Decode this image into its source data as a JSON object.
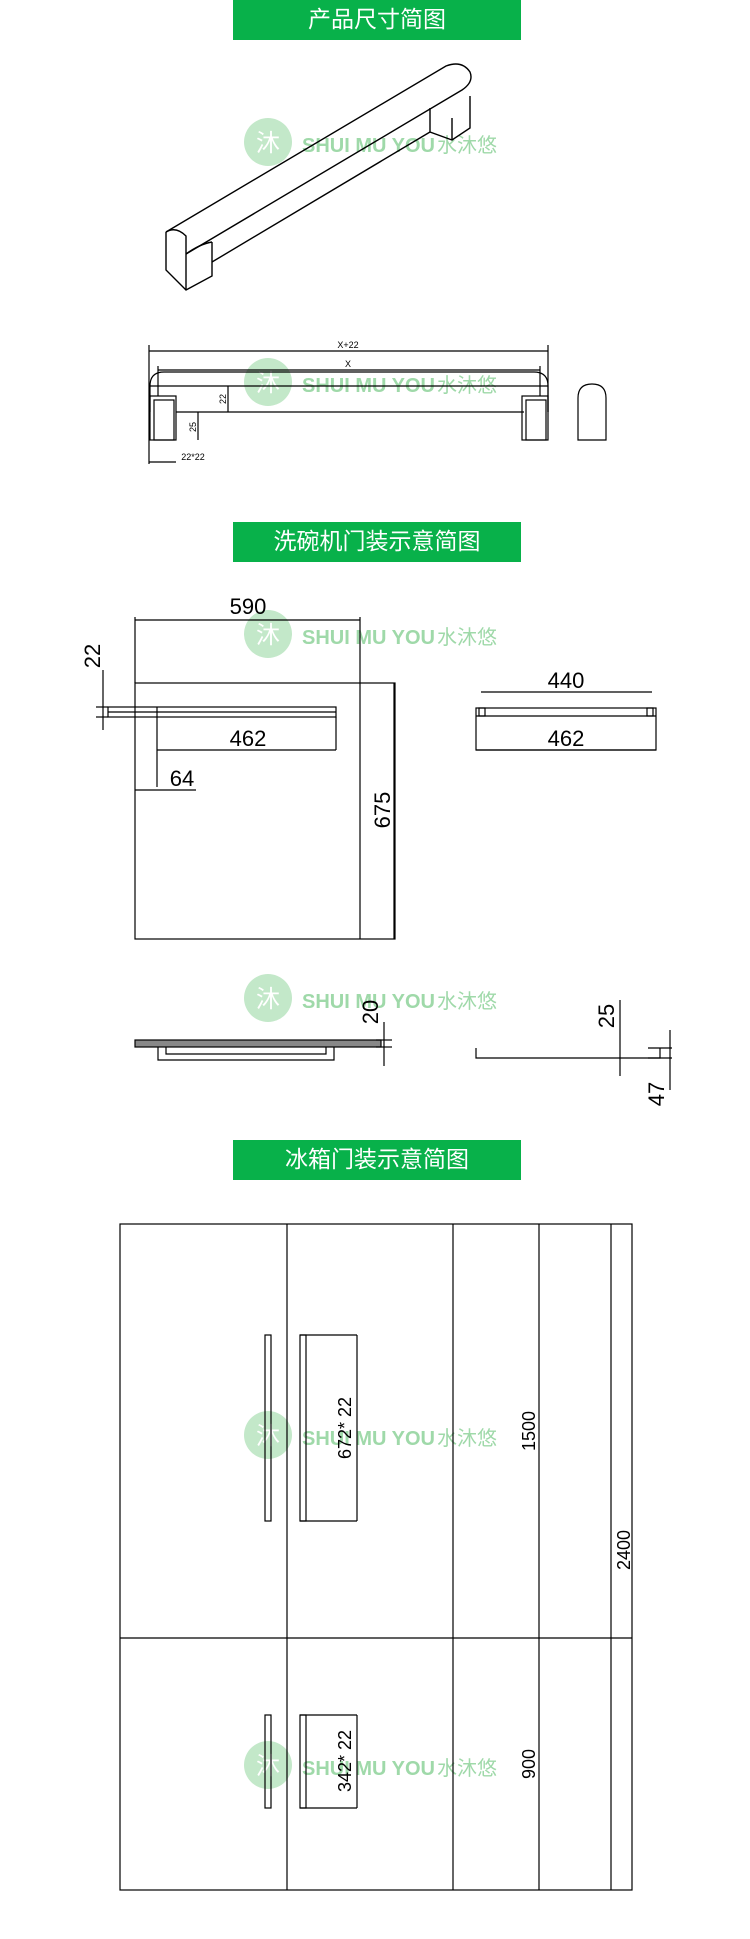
{
  "sections": {
    "product_size": {
      "title": "产品尺寸简图"
    },
    "dishwasher": {
      "title": "洗碗机门装示意简图"
    },
    "fridge": {
      "title": "冰箱门装示意简图"
    }
  },
  "watermark": {
    "brand": "SHUI MU YOU",
    "cn": "水沐悠",
    "glyph": "沐"
  },
  "colors": {
    "banner": "#08b14a",
    "watermark": "#9fd9a9",
    "line": "#000000"
  },
  "product_dims": {
    "overall": "X+22",
    "length": "X",
    "height": "22",
    "leg": "25",
    "section": "22*22"
  },
  "dishwasher_dims": {
    "width": "590",
    "offset": "22",
    "bar": "462",
    "inset": "64",
    "height": "675",
    "side_inner": "440",
    "side_outer": "462",
    "panel": "20",
    "proj": "25",
    "depth": "47"
  },
  "fridge_dims": {
    "upper_handle": "672* 22",
    "lower_handle": "342* 22",
    "upper_h": "1500",
    "lower_h": "900",
    "total_h": "2400"
  }
}
